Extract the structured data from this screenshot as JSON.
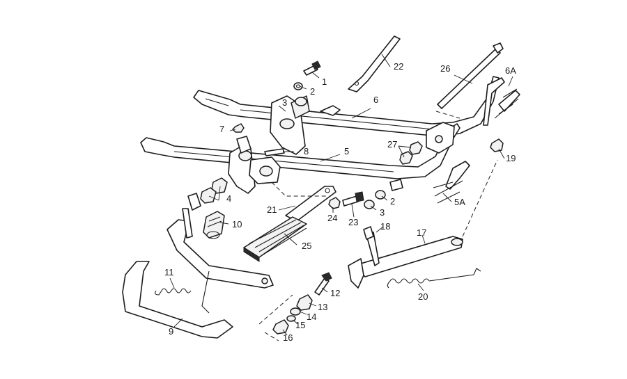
{
  "callouts": {
    "c1": "1",
    "c2": "2",
    "c3": "3",
    "c4": "4",
    "c5": "5",
    "c5a": "5A",
    "c6": "6",
    "c6a": "6A",
    "c7": "7",
    "c8": "8",
    "c9": "9",
    "c10": "10",
    "c11": "11",
    "c12": "12",
    "c13": "13",
    "c14": "14",
    "c15": "15",
    "c16": "16",
    "c17": "17",
    "c18": "18",
    "c19": "19",
    "c20": "20",
    "c21": "21",
    "c22": "22",
    "c23": "23",
    "c24": "24",
    "c25": "25",
    "c26": "26",
    "c27": "27",
    "c2b": "2",
    "c3b": "3"
  }
}
